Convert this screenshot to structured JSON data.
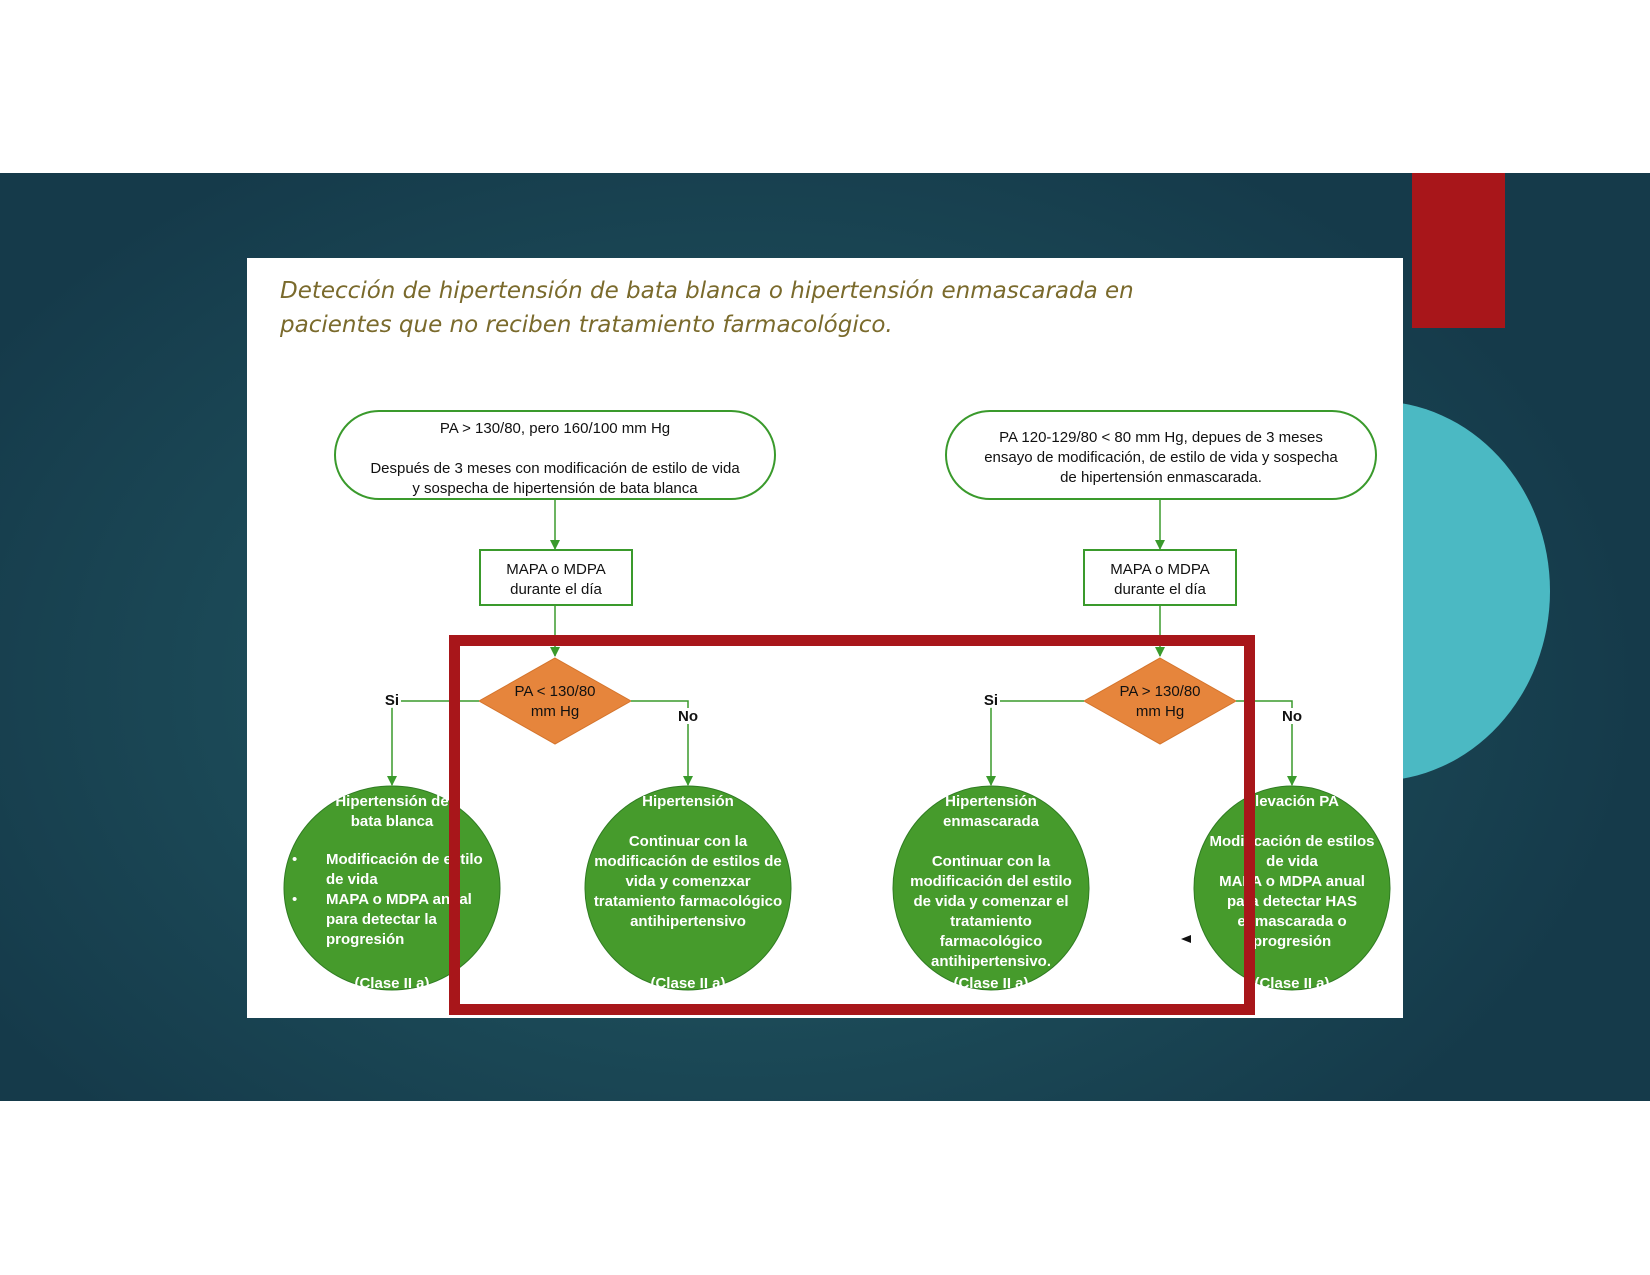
{
  "figure": {
    "title_line1": "Detección de hipertensión de bata blanca o hipertensión enmascarada en",
    "title_line2": "pacientes que no reciben tratamiento farmacológico."
  },
  "left_branch": {
    "start": [
      "PA > 130/80, pero 160/100 mm Hg",
      "",
      "Después de 3 meses con modificación de estilo de vida",
      "y sospecha de hipertensión de bata blanca"
    ],
    "test": [
      "MAPA o MDPA",
      "durante el día"
    ],
    "decision": [
      "PA < 130/80",
      "mm Hg"
    ],
    "yes_label": "Si",
    "no_label": "No",
    "yes_outcome": {
      "title": [
        "Hipertensión de",
        "bata blanca"
      ],
      "bullets": [
        [
          "Modificación de estilo",
          "de vida"
        ],
        [
          "MAPA o MDPA anual",
          "para detectar la",
          "progresión"
        ]
      ],
      "class": "(Clase II a)"
    },
    "no_outcome": {
      "title": [
        "Hipertensión"
      ],
      "body": [
        "Continuar con la",
        "modificación de estilos de",
        "vida y comenzxar",
        "tratamiento farmacológico",
        "antihipertensivo"
      ],
      "class": "(Clase II a)"
    }
  },
  "right_branch": {
    "start": [
      "PA 120-129/80 < 80 mm Hg, depues de 3 meses",
      "ensayo de modificación, de estilo de vida y sospecha",
      "de hipertensión enmascarada."
    ],
    "test": [
      "MAPA o MDPA",
      "durante el día"
    ],
    "decision": [
      "PA > 130/80",
      "mm Hg"
    ],
    "yes_label": "Si",
    "no_label": "No",
    "yes_outcome": {
      "title": [
        "Hipertensión",
        "enmascarada"
      ],
      "body": [
        "Continuar con la",
        "modificación del estilo",
        "de vida y comenzar el",
        "tratamiento",
        "farmacológico",
        "antihipertensivo."
      ],
      "class": "(Clase II a)"
    },
    "no_outcome": {
      "title": [
        "Elevación PA"
      ],
      "body": [
        "Modificación de estilos",
        "de vida",
        "MAPA o MDPA anual",
        "para detectar HAS",
        "enmascarada o",
        "progresión"
      ],
      "class": "(Clase II a)"
    }
  },
  "colors": {
    "slide_bg": "#1d4d5a",
    "accent_red": "#a8161a",
    "accent_teal": "#4bb9c3",
    "node_green": "#469b2c",
    "node_border": "#3a9a2c",
    "decision_orange": "#e6853c",
    "title_olive": "#7a6a2c"
  }
}
